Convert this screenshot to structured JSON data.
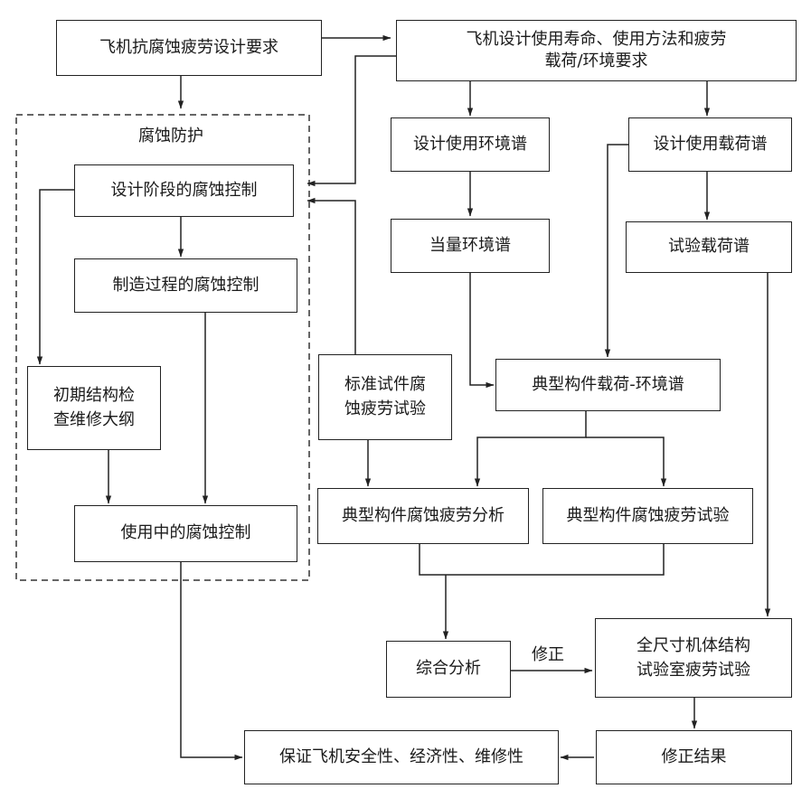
{
  "diagram": {
    "nodes": {
      "anti_corrosion_req": "飞机抗腐蚀疲劳设计要求",
      "life_req": "飞机设计使用寿命、使用方法和疲劳\n载荷/环境要求",
      "corrosion_protection": "腐蚀防护",
      "design_env_spectrum": "设计使用环境谱",
      "design_load_spectrum": "设计使用载荷谱",
      "design_stage_control": "设计阶段的腐蚀控制",
      "equiv_env_spectrum": "当量环境谱",
      "test_load_spectrum": "试验载荷谱",
      "manufacturing_control": "制造过程的腐蚀控制",
      "initial_inspection": "初期结构检\n查维修大纲",
      "standard_specimen_test": "标准试件腐\n蚀疲劳试验",
      "typical_member_spectrum": "典型构件载荷-环境谱",
      "typical_member_analysis": "典型构件腐蚀疲劳分析",
      "typical_member_test": "典型构件腐蚀疲劳试验",
      "in_service_control": "使用中的腐蚀控制",
      "comprehensive_analysis": "综合分析",
      "full_scale_test": "全尺寸机体结构\n试验室疲劳试验",
      "ensure_safety": "保证飞机安全性、经济性、维修性",
      "correction_result": "修正结果"
    },
    "edge_labels": {
      "correction": "修正"
    }
  }
}
